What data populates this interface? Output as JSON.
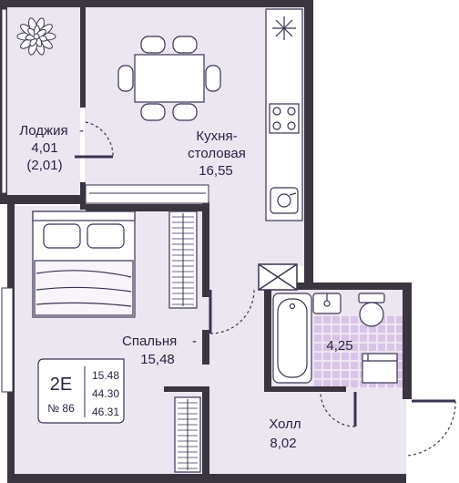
{
  "colors": {
    "wall": "#3b3540",
    "floor": "#ece6f1",
    "white": "#ffffff",
    "line": "#3a3450",
    "tile": "#d8c4e6",
    "text": "#2a2340"
  },
  "rooms": {
    "loggia": {
      "name": "Лоджия",
      "area": "4,01",
      "area_extra": "(2,01)"
    },
    "kitchen": {
      "name_line1": "Кухня-",
      "name_line2": "столовая",
      "area": "16,55"
    },
    "bedroom": {
      "name": "Спальня",
      "dash": "-",
      "area": "15,48"
    },
    "bathroom": {
      "area": "4,25"
    },
    "hall": {
      "name": "Холл",
      "area": "8,02"
    }
  },
  "card": {
    "type": "2E",
    "number": "№ 86",
    "area_living": "15.48",
    "area_total": "44.30",
    "area_full": "46.31"
  },
  "icons": {
    "plant": "plant-icon",
    "dining_table": "dining-table-icon",
    "bed": "bed-icon",
    "stove": "stove-icon",
    "sink": "sink-icon",
    "bathtub": "bathtub-icon",
    "toilet": "toilet-icon",
    "washer": "washing-machine-icon",
    "vent": "vent-shaft-icon",
    "fan": "ventilation-icon"
  }
}
